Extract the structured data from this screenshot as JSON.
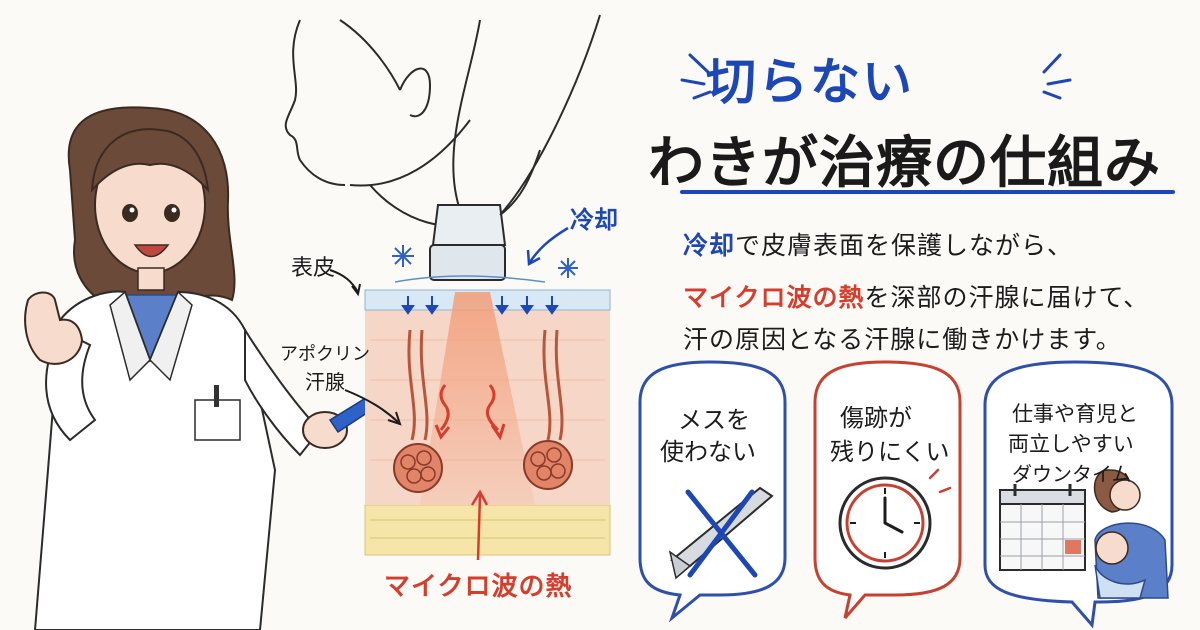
{
  "title": {
    "line1": "切らない",
    "line2": "わきが治療の仕組み"
  },
  "body": {
    "line1": {
      "highlight": "冷却",
      "rest": "で皮膚表面を保護しながら、"
    },
    "line2": {
      "highlight": "マイクロ波の熱",
      "rest": "を深部の汗腺に届けて、"
    },
    "line3": "汗の原因となる汗腺に働きかけます。"
  },
  "diagram": {
    "epidermis_label": "表皮",
    "apocrine_label_line1": "アポクリン",
    "apocrine_label_line2": "汗腺",
    "cooling_label": "冷却",
    "microwave_label": "マイクロ波の熱"
  },
  "benefits": [
    {
      "line1": "メスを",
      "line2": "使わない",
      "icon": "crossed-scalpel-icon"
    },
    {
      "line1": "傷跡が",
      "line2": "残りにくい",
      "icon": "clock-icon"
    },
    {
      "line1": "仕事や育児と",
      "line2": "両立しやすい",
      "line3": "ダウンタイム",
      "icon": "calendar-icon"
    }
  ],
  "colors": {
    "accent_blue": "#1d47b5",
    "accent_red": "#d63d2c",
    "skin": "#f6d6c7",
    "epidermis": "#d8e9f5",
    "fat": "#f5e5a8"
  }
}
